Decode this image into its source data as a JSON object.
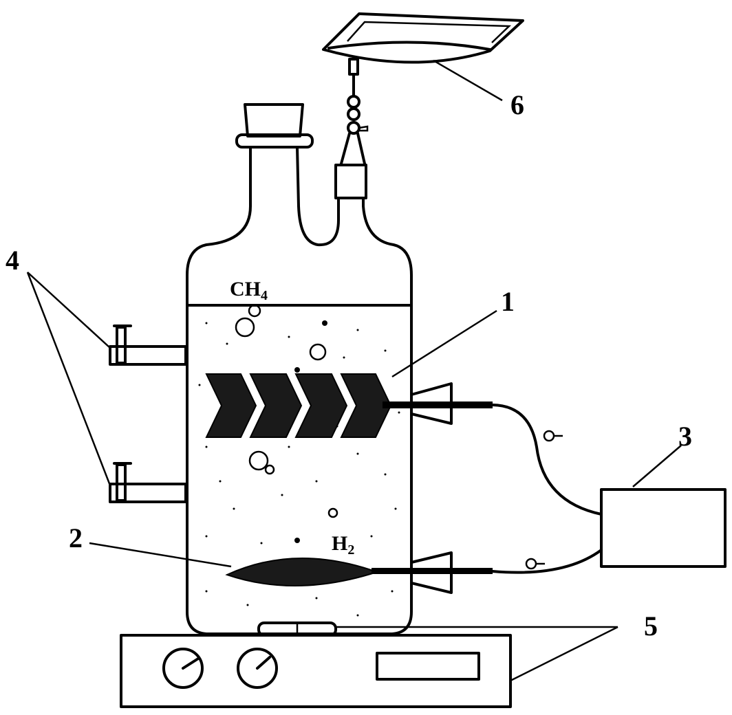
{
  "labels": {
    "anode": "1",
    "cathode": "2",
    "power_supply": "3",
    "sampling_ports": "4",
    "magnetic_stirrer": "5",
    "gas_bag": "6",
    "methane": "CH",
    "methane_sub": "4",
    "hydrogen": "H",
    "hydrogen_sub": "2",
    "electron_top": "e",
    "electron_bottom": "e"
  },
  "colors": {
    "line": "#000000",
    "electrode_fill": "#1a1a1a",
    "background": "#ffffff"
  },
  "icons": [
    "bottle-reactor",
    "brush-anode-icon",
    "cathode-icon",
    "power-supply-box",
    "gas-bag-icon",
    "stirrer-dial-icon",
    "valve-icon"
  ]
}
